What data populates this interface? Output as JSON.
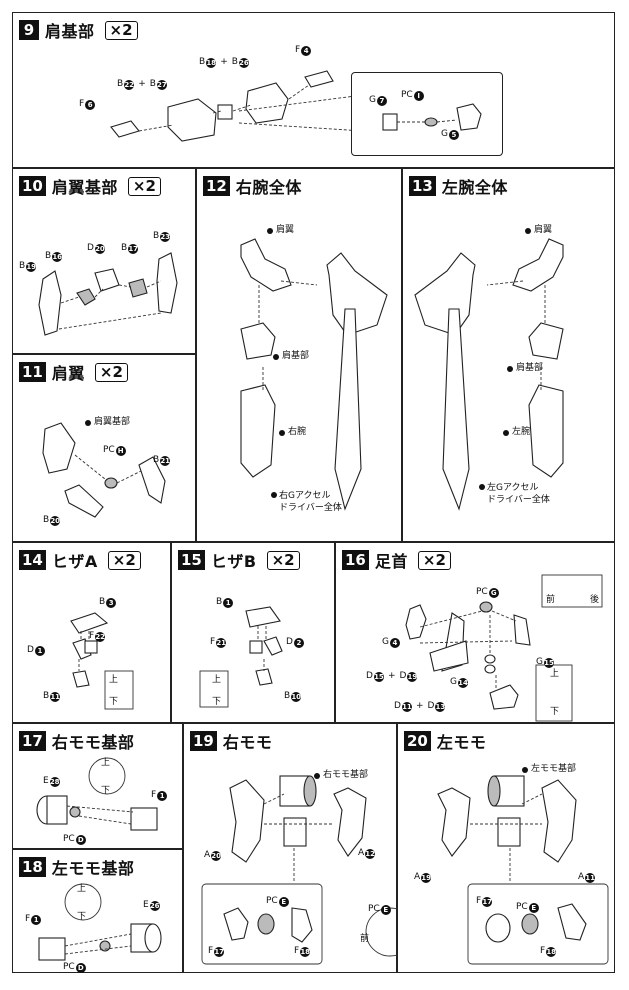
{
  "steps": {
    "s9": {
      "num": "9",
      "title": "肩基部",
      "qty": "×2"
    },
    "s10": {
      "num": "10",
      "title": "肩翼基部",
      "qty": "×2"
    },
    "s11": {
      "num": "11",
      "title": "肩翼",
      "qty": "×2"
    },
    "s12": {
      "num": "12",
      "title": "右腕全体"
    },
    "s13": {
      "num": "13",
      "title": "左腕全体"
    },
    "s14": {
      "num": "14",
      "title": "ヒザA",
      "qty": "×2"
    },
    "s15": {
      "num": "15",
      "title": "ヒザB",
      "qty": "×2"
    },
    "s16": {
      "num": "16",
      "title": "足首",
      "qty": "×2"
    },
    "s17": {
      "num": "17",
      "title": "右モモ基部"
    },
    "s18": {
      "num": "18",
      "title": "左モモ基部"
    },
    "s19": {
      "num": "19",
      "title": "右モモ"
    },
    "s20": {
      "num": "20",
      "title": "左モモ"
    }
  },
  "parts": {
    "p9_b18_b26": {
      "a": "B",
      "an": "18",
      "plus": "+",
      "b": "B",
      "bn": "26"
    },
    "p9_b22_b27": {
      "a": "B",
      "an": "22",
      "plus": "+",
      "b": "B",
      "bn": "27"
    },
    "p9_f4": {
      "a": "F",
      "an": "4"
    },
    "p9_f6": {
      "a": "F",
      "an": "6"
    },
    "p9_g7": {
      "a": "G",
      "an": "7"
    },
    "p9_pc": {
      "a": "PC",
      "an": "I"
    },
    "p9_g5": {
      "a": "G",
      "an": "5"
    },
    "p10_b19": {
      "a": "B",
      "an": "19"
    },
    "p10_b16": {
      "a": "B",
      "an": "16"
    },
    "p10_d20": {
      "a": "D",
      "an": "20"
    },
    "p10_b17": {
      "a": "B",
      "an": "17"
    },
    "p10_b23": {
      "a": "B",
      "an": "23"
    },
    "p11_ref": "肩翼基部",
    "p11_pc": {
      "a": "PC",
      "an": "H"
    },
    "p11_b21": {
      "a": "B",
      "an": "21"
    },
    "p11_b20": {
      "a": "B",
      "an": "20"
    },
    "p12_wing": "肩翼",
    "p12_base": "肩基部",
    "p12_arm": "右腕",
    "p12_driver1": "右Gアクセル",
    "p12_driver2": "ドライバー全体",
    "p13_wing": "肩翼",
    "p13_base": "肩基部",
    "p13_arm": "左腕",
    "p13_driver1": "左Gアクセル",
    "p13_driver2": "ドライバー全体",
    "p14_b3": {
      "a": "B",
      "an": "3"
    },
    "p14_d1": {
      "a": "D",
      "an": "1"
    },
    "p14_f22": {
      "a": "F",
      "an": "22"
    },
    "p14_b11": {
      "a": "B",
      "an": "11"
    },
    "p15_b1": {
      "a": "B",
      "an": "1"
    },
    "p15_f21": {
      "a": "F",
      "an": "21"
    },
    "p15_d2": {
      "a": "D",
      "an": "2"
    },
    "p15_b10": {
      "a": "B",
      "an": "10"
    },
    "p16_pc": {
      "a": "PC",
      "an": "G"
    },
    "p16_g4": {
      "a": "G",
      "an": "4"
    },
    "p16_g15": {
      "a": "G",
      "an": "15"
    },
    "p16_d15_d19": {
      "a": "D",
      "an": "15",
      "plus": "+",
      "b": "D",
      "bn": "19"
    },
    "p16_g14": {
      "a": "G",
      "an": "14"
    },
    "p16_d11_d13": {
      "a": "D",
      "an": "11",
      "plus": "+",
      "b": "D",
      "bn": "13"
    },
    "p17_e28": {
      "a": "E",
      "an": "28"
    },
    "p17_f1": {
      "a": "F",
      "an": "1"
    },
    "p17_pc": {
      "a": "PC",
      "an": "D"
    },
    "p18_e26": {
      "a": "E",
      "an": "26"
    },
    "p18_f1": {
      "a": "F",
      "an": "1"
    },
    "p18_pc": {
      "a": "PC",
      "an": "D"
    },
    "p19_ref": "右モモ基部",
    "p19_a20": {
      "a": "A",
      "an": "20"
    },
    "p19_a12": {
      "a": "A",
      "an": "12"
    },
    "p19_pc": {
      "a": "PC",
      "an": "E"
    },
    "p19_f17": {
      "a": "F",
      "an": "17"
    },
    "p19_f18": {
      "a": "F",
      "an": "18"
    },
    "p19_pc2": {
      "a": "PC",
      "an": "E"
    },
    "p20_ref": "左モモ基部",
    "p20_a19": {
      "a": "A",
      "an": "19"
    },
    "p20_a11": {
      "a": "A",
      "an": "11"
    },
    "p20_f17": {
      "a": "F",
      "an": "17"
    },
    "p20_pc": {
      "a": "PC",
      "an": "E"
    },
    "p20_f18": {
      "a": "F",
      "an": "18"
    }
  },
  "callouts": {
    "front": "前",
    "back": "後",
    "up": "上",
    "down": "下",
    "mark": "!"
  }
}
